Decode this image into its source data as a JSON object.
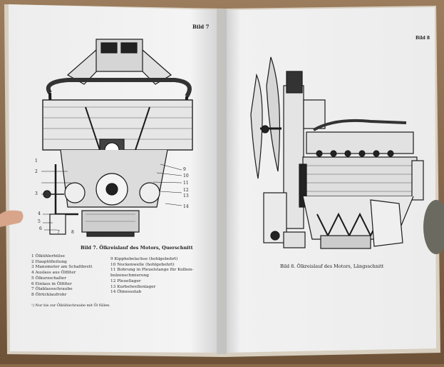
{
  "left_page": {
    "page_number": "Bild 7",
    "caption": "Bild 7. Ölkreislauf des Motors, Querschnitt",
    "callouts_left": [
      "1",
      "2",
      "3",
      "4",
      "5",
      "6",
      "7",
      "8"
    ],
    "callouts_right": [
      "9",
      "10",
      "11",
      "12",
      "13",
      "14"
    ],
    "legend_left": [
      "1 Ölkühlerhülse",
      "2 Hauptölleitung",
      "3 Manometer am Schaltbrett",
      "4 Auslass aus Ölfilter",
      "5 Ölkurzschalter",
      "6 Einlass in Ölfilter",
      "7 Ölablassschraube",
      "8 Ölrücklaufrohr"
    ],
    "legend_right": [
      "9 Kipphebelachse (hohlgebohrt)",
      "10 Nockenwelle (hohlgebohrt)",
      "11 Bohrung in Pleuelstange für Kolben-",
      "   bolzenschmierung",
      "12 Pleuellager",
      "13 Kurbelwellenlager",
      "14 Ölmessstab"
    ],
    "footnote": "¹) Nur bis zur Ölkühlschraube mit Öl füllen."
  },
  "right_page": {
    "page_number": "Bild 8",
    "caption": "Bild 8. Ölkreislauf des Motors, Längsschnitt"
  }
}
